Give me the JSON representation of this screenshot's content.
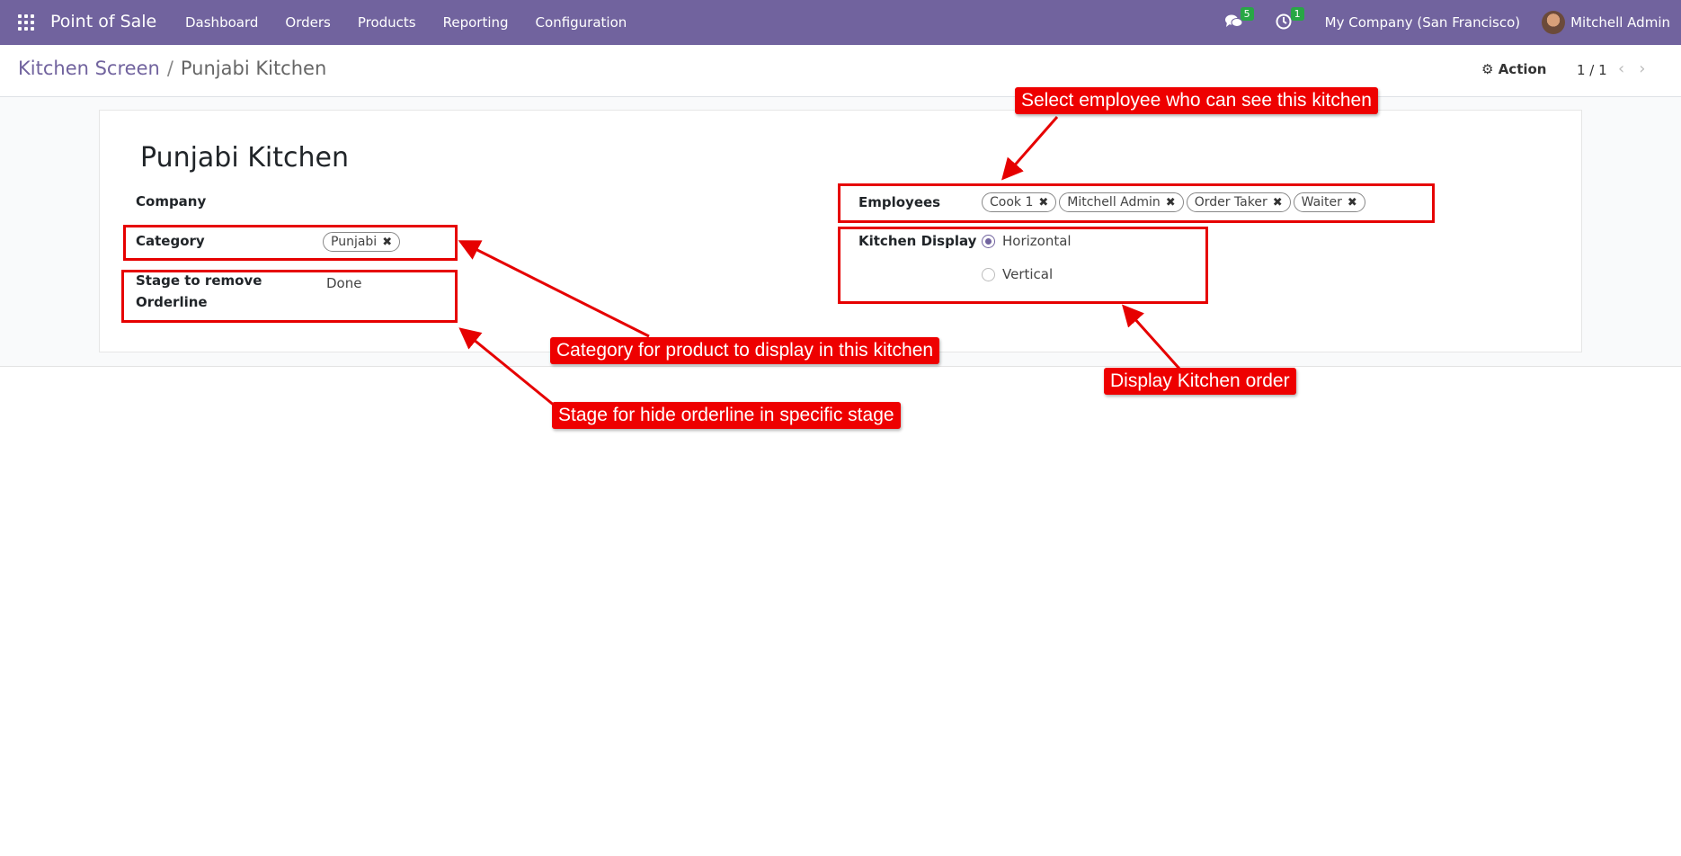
{
  "navbar": {
    "app_name": "Point of Sale",
    "menu": [
      "Dashboard",
      "Orders",
      "Products",
      "Reporting",
      "Configuration"
    ],
    "messages_count": "5",
    "activities_count": "1",
    "company": "My Company (San Francisco)",
    "user": "Mitchell Admin"
  },
  "breadcrumb": {
    "parent": "Kitchen Screen",
    "separator": "/",
    "current": "Punjabi Kitchen"
  },
  "control": {
    "action_label": "Action",
    "pager": "1 / 1"
  },
  "form": {
    "title": "Punjabi Kitchen",
    "company_label": "Company",
    "category_label": "Category",
    "category_tags": [
      "Punjabi"
    ],
    "stage_label_line1": "Stage to remove",
    "stage_label_line2": "Orderline",
    "stage_value": "Done",
    "employees_label": "Employees",
    "employee_tags": [
      "Cook 1",
      "Mitchell Admin",
      "Order Taker",
      "Waiter"
    ],
    "kitchen_display_label": "Kitchen Display",
    "kitchen_display_options": [
      "Horizontal",
      "Vertical"
    ],
    "kitchen_display_selected": "Horizontal"
  },
  "annotations": {
    "employees_note": "Select employee who can see this kitchen",
    "category_note": "Category for product to display in this kitchen",
    "stage_note": "Stage for hide orderline in specific stage",
    "display_note": "Display Kitchen order"
  },
  "colors": {
    "navbar": "#71639e",
    "annotation": "#ee0000",
    "badge": "#28a745"
  }
}
